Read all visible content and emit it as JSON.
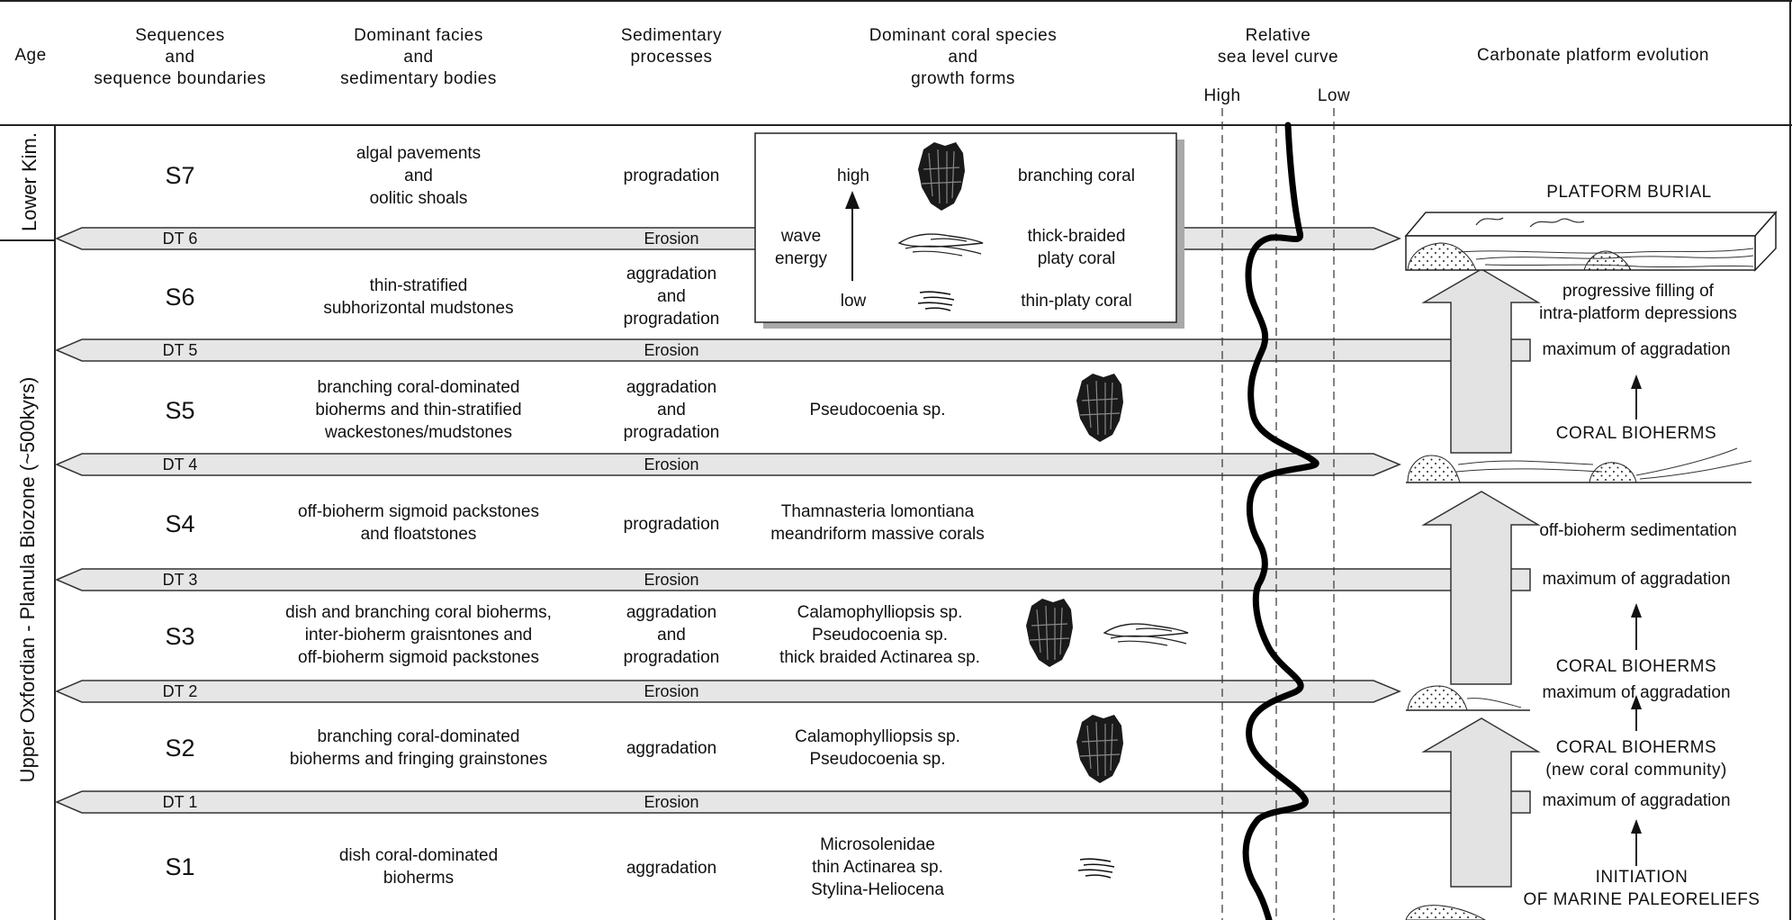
{
  "headers": {
    "age": "Age",
    "sequences": "Sequences\nand\nsequence boundaries",
    "facies": "Dominant facies\nand\nsedimentary bodies",
    "processes": "Sedimentary\nprocesses",
    "coral": "Dominant coral species\nand\ngrowth forms",
    "sea_level": "Relative\nsea level curve",
    "sea_high": "High",
    "sea_low": "Low",
    "platform": "Carbonate platform evolution"
  },
  "ages": {
    "lower": "Lower Kim.",
    "upper": "Upper Oxfordian - Planula Biozone (~500kyrs)"
  },
  "sequences": [
    {
      "id": "S7",
      "facies": "algal pavements\nand\noolitic shoals",
      "process": "progradation",
      "coral": ""
    },
    {
      "id": "S6",
      "facies": "thin-stratified\nsubhorizontal mudstones",
      "process": "aggradation\nand\nprogradation",
      "coral": ""
    },
    {
      "id": "S5",
      "facies": "branching coral-dominated\nbioherms and thin-stratified\nwackestones/mudstones",
      "process": "aggradation\nand\nprogradation",
      "coral": "Pseudocoenia sp."
    },
    {
      "id": "S4",
      "facies": "off-bioherm sigmoid packstones\nand floatstones",
      "process": "progradation",
      "coral": "Thamnasteria lomontiana\nmeandriform massive corals"
    },
    {
      "id": "S3",
      "facies": "dish and branching coral bioherms,\ninter-bioherm graisntones and\noff-bioherm sigmoid packstones",
      "process": "aggradation\nand\nprogradation",
      "coral": "Calamophylliopsis sp.\nPseudocoenia sp.\nthick braided Actinarea sp."
    },
    {
      "id": "S2",
      "facies": "branching coral-dominated\nbioherms and fringing grainstones",
      "process": "aggradation",
      "coral": "Calamophylliopsis sp.\nPseudocoenia sp."
    },
    {
      "id": "S1",
      "facies": "dish coral-dominated\nbioherms",
      "process": "aggradation",
      "coral": "Microsolenidae\nthin Actinarea sp.\nStylina-Heliocena"
    }
  ],
  "boundaries": [
    {
      "label": "DT 6",
      "text": "Erosion"
    },
    {
      "label": "DT 5",
      "text": "Erosion"
    },
    {
      "label": "DT 4",
      "text": "Erosion"
    },
    {
      "label": "DT 3",
      "text": "Erosion"
    },
    {
      "label": "DT 2",
      "text": "Erosion"
    },
    {
      "label": "DT 1",
      "text": "Erosion"
    }
  ],
  "legend": {
    "high": "high",
    "wave_energy": "wave\nenergy",
    "low": "low",
    "branching": "branching coral",
    "thick_braided": "thick-braided\nplaty coral",
    "thin_platy": "thin-platy coral"
  },
  "platform": {
    "burial": "PLATFORM BURIAL",
    "filling": "progressive filling of\nintra-platform depressions",
    "max_aggr_1": "maximum of aggradation",
    "coral_bioherms_1": "CORAL BIOHERMS",
    "off_bioherm": "off-bioherm sedimentation",
    "max_aggr_2": "maximum of aggradation",
    "coral_bioherms_2": "CORAL BIOHERMS",
    "max_aggr_3": "maximum of aggradation",
    "coral_bioherms_3": "CORAL BIOHERMS\n(new coral community)",
    "max_aggr_4": "maximum of aggradation",
    "initiation": "INITIATION\nOF MARINE PALEORELIEFS"
  }
}
